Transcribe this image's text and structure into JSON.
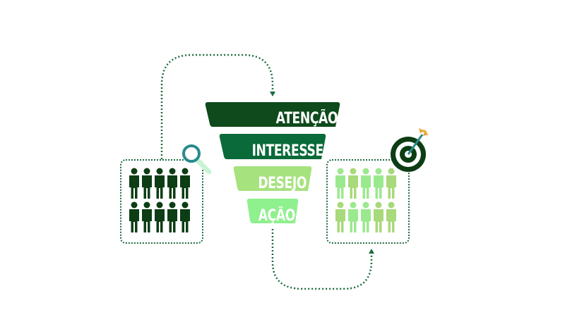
{
  "funnel": {
    "stages": [
      {
        "label": "ATENÇÃO",
        "color": "#0e4a1c"
      },
      {
        "label": "INTERESSE",
        "color": "#0a6a3a"
      },
      {
        "label": "DESEJO",
        "color": "#a6e27e"
      },
      {
        "label": "AÇÃO",
        "color": "#8ff08e"
      }
    ]
  },
  "left_group": {
    "icon": "magnifier-icon",
    "person_color": "#0c3d14",
    "rows": 2,
    "per_row": 5
  },
  "right_group": {
    "icon": "target-arrow-icon",
    "person_colors": [
      "#9be98f",
      "#a8d97a"
    ],
    "rows": 2,
    "per_row": 5
  },
  "connectors": {
    "color": "#1d6b3e",
    "style": "dotted"
  }
}
